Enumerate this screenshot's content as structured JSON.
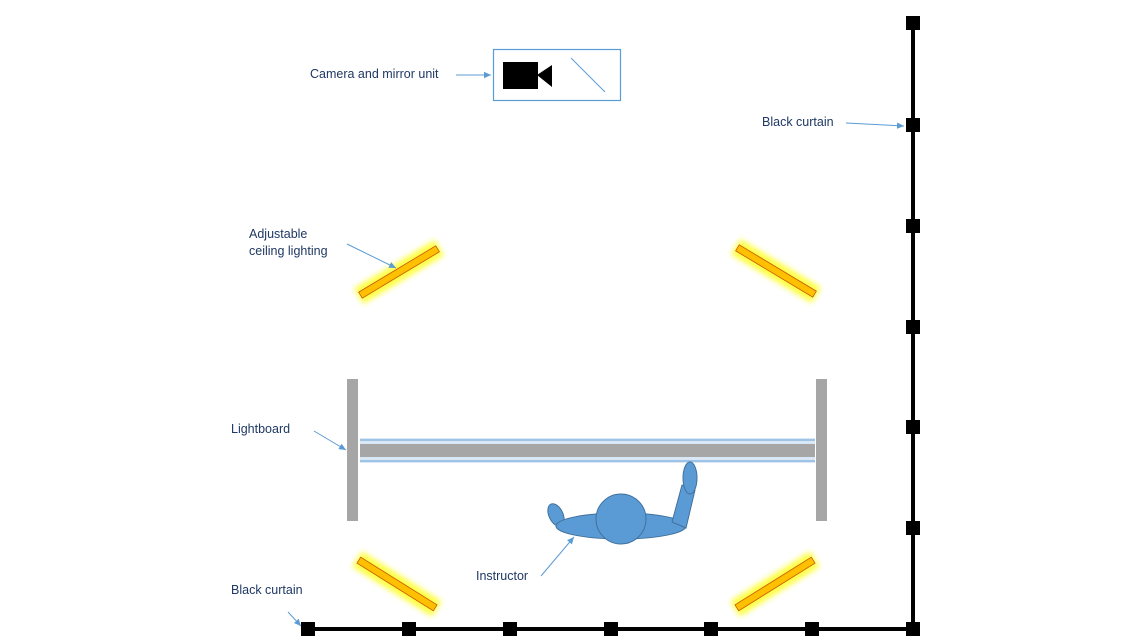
{
  "labels": {
    "camera_unit": "Camera and mirror unit",
    "black_curtain_side": "Black curtain",
    "ceiling_lighting_line1": "Adjustable",
    "ceiling_lighting_line2": "ceiling lighting",
    "lightboard": "Lightboard",
    "instructor": "Instructor",
    "black_curtain_bottom": "Black curtain"
  },
  "colors": {
    "label_text": "#1f3864",
    "arrow": "#5b9bd5",
    "curtain": "#000000",
    "light_fill": "#ffc000",
    "light_glow": "#ffff00",
    "lightboard_frame": "#a6a6a6",
    "lightboard_glow": "#bdd7ee",
    "instructor": "#5b9bd5",
    "camera_box_border": "#5b9bd5"
  },
  "icons": {
    "camera": "video-camera-icon",
    "mirror": "mirror-line",
    "instructor": "person-topdown-icon"
  }
}
